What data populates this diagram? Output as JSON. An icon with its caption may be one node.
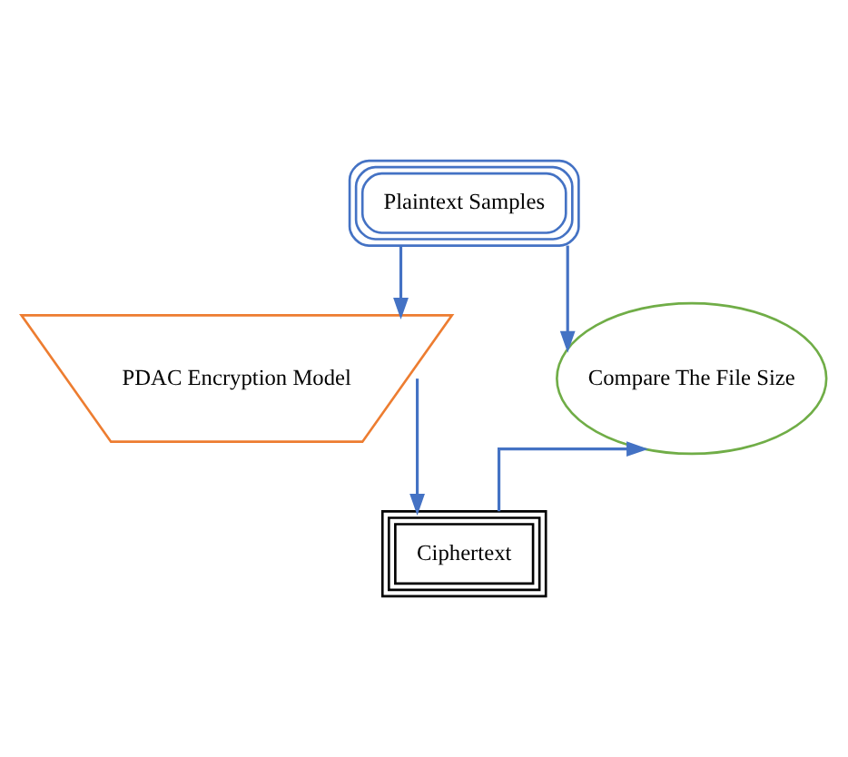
{
  "diagram": {
    "nodes": [
      {
        "text": [
          "Plaintext Samples"
        ]
      },
      {
        "text": [
          "PDAC Encryption Model"
        ]
      },
      {
        "text": [
          "Ciphertext"
        ]
      },
      {
        "text": [
          "Compare The File Size"
        ]
      }
    ],
    "edges": [
      {
        "from": 0,
        "to": 1,
        "arrow": "to"
      },
      {
        "from": 1,
        "to": 2,
        "arrow": "to"
      },
      {
        "from": 0,
        "to": 3,
        "arrow": "to"
      },
      {
        "from": 2,
        "to": 3,
        "arrow": "to"
      }
    ]
  }
}
